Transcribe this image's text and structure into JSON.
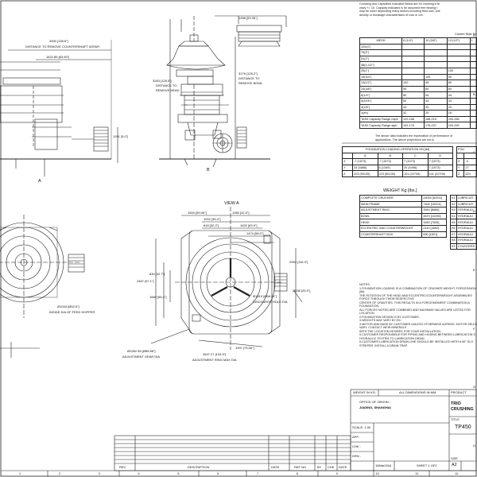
{
  "header_note": {
    "lines": [
      "Crushing and Capacities Indicated Below are for crushing a fe",
      "wavy +/- 10. Capacity indicated is for assumed free flowing r",
      "may be lower depending many factors including feed size, she",
      "density or breakage characteristics of rock or ore."
    ]
  },
  "closed_side_setting": "Closed Side Se",
  "mesh_table": {
    "headers": [
      "MESH",
      "6 (1/4\")",
      "10 (3/8\")",
      "13 (1/2\")",
      "1"
    ],
    "rows": [
      [
        "100(4\")",
        "",
        "",
        "",
        ""
      ],
      [
        "76(3\")",
        "",
        "",
        "",
        ""
      ],
      [
        "51(2\")",
        "",
        "",
        "",
        ""
      ],
      [
        "38(1-1/2\")",
        "",
        "",
        "",
        ""
      ],
      [
        "25(1\")",
        "",
        "",
        "100",
        ""
      ],
      [
        "19(3/4\")",
        "",
        "100",
        "95",
        ""
      ],
      [
        "13(1/2\")",
        "100",
        "95",
        "80",
        ""
      ],
      [
        "10(3/8\")",
        "95",
        "80",
        "60",
        ""
      ],
      [
        "6(1/4\")",
        "80",
        "54",
        "44",
        ""
      ],
      [
        "5(3/16\")",
        "60",
        "44",
        "33",
        ""
      ],
      [
        "3(1/8\")",
        "44",
        "33",
        "23",
        ""
      ],
      [
        "1(#4)",
        "32",
        "25",
        "18",
        ""
      ]
    ],
    "capacity_mtph_label": "TAS0 Capacity Range mtph",
    "capacity_mtph": [
      "120-168",
      "168-215",
      "200-265"
    ],
    "capacity_stph_label": "TAS0 Capacity Range stph",
    "capacity_stph": [
      "132-176",
      "176-237",
      "220-292"
    ],
    "footnote": [
      "The above data indicates the expectation of performance of",
      "applications. The above projections are not in"
    ]
  },
  "foundation_table": {
    "title": "FOUNDATION LOADING-OPERATION ON [lbf]",
    "cols": [
      "",
      "A",
      "B",
      "C",
      "D"
    ],
    "rows": [
      [
        "X",
        "-7 (1573)",
        "-7 (1573)",
        "7 (1573)",
        "7 (1573)"
      ],
      [
        "Y",
        "24 (4886)",
        "6 (1349)",
        "20 (4496)",
        "7 (1573)"
      ],
      [
        "Z",
        "223 (50135)",
        "223 (50135)",
        "101 (22705)",
        "101 (22705)"
      ]
    ],
    "right_title": "FOU",
    "right_rows": [
      [
        "X",
        "-3"
      ],
      [
        "Y",
        "27"
      ],
      [
        "Z",
        "223"
      ]
    ]
  },
  "weight_table": {
    "title": "WEIGHT Kg [lbs.]",
    "rows": [
      [
        "COMPLETE CRUSHER",
        "24000 [52911]"
      ],
      [
        "MAIN FRAME",
        "7400 [16314]"
      ],
      [
        "ADJUSTMENT RING",
        "3940 [8686]"
      ],
      [
        "BOWL",
        "4670 [10296]"
      ],
      [
        "HEAD",
        "3450 [7606]"
      ],
      [
        "ECCENTRIC AND COUNTERWEIGHT",
        "2110 [4652]"
      ],
      [
        "COUNTERSHAFT BOX",
        "690 [1521]"
      ]
    ],
    "side_rows": [
      [
        "K1",
        "LUBRICATI"
      ],
      [
        "K2",
        "LUBRICATI"
      ],
      [
        "K3",
        "HYDRAULI"
      ],
      [
        "K4",
        "HYDRAULI"
      ],
      [
        "K5",
        "HYDRAULI"
      ],
      [
        "K6",
        "HYDRAULI"
      ],
      [
        "K7",
        "HYDRAULI"
      ],
      [
        "K8",
        "HYDRAULI"
      ],
      [
        "K9",
        "COUNTERS"
      ]
    ]
  },
  "drawing_labels": {
    "countershaft": [
      "3450 [136.6\"]",
      "DISTANCE TO REMOVE COUNTERSHAFT ASSMY",
      "1622.85 [63.90\"]"
    ],
    "dim_1358": "1358 [53.35\"]",
    "remove_head": [
      "3263 [128.5\"]",
      "DISTANCE TO",
      "REMOVE HEAD"
    ],
    "remove_bowl": [
      "3179 [125.2\"]",
      "DISTANCE TO",
      "REMOVE BOWL"
    ],
    "dim_1291": "1291 [5.0\"]",
    "view_a": "VIEW A",
    "plan_dims": [
      "1500 [59.06\"]",
      "1080 [42.5\"]",
      "1002 [39.4\"]",
      "818 [32.2\"]",
      "1622 [63.9\"]",
      "1474 [58.0\"]",
      "2954 [116.3\"]"
    ],
    "left_plan_dims": [
      "830 [32.7\"]",
      "1660 [65.4\"]",
      "2467 [97.1\"]"
    ],
    "feed_hopper": [
      "Ø1034 [Ø52.5\"]",
      "INSIDE DIA OF FEED HOPPER"
    ],
    "discharge": [
      "Ø1910 [Ø66.14\"]",
      "DISCHARGE HOLE DIA"
    ],
    "dia_638": "Ø638 [25.0\"]",
    "adj_gear": [
      "Ø2282.55 [Ø89.86\"]",
      "ADJUSTMENT GEAR DIA"
    ],
    "ring_max": [
      "2647.27 [103.9\"]",
      "ADJUSTMENT RING MAX DIA"
    ],
    "dim_1907": "1907 [75.06\"]"
  },
  "notes": {
    "title": "NOTES:",
    "lines": [
      "1.FOUNDATION LOADING IS A COMBINATION OF CRUSHER WEIGHT, FORCES/MOM",
      "(lbf).",
      "THE ROTATION OF THE HEAD AND ECCENTRIC/COUNTERWEIGHT ASSEMBLIES",
      "FORCE THROUGH THEIR RESPECTIVE",
      "CENTER OF GRAVITIES. THIS RESULTS IN A FORCE/MOMENT COMBINATION A",
      "FOUNDATION.",
      "ALL FORCES NOTED ARE COMBINED AND MAXIMUM VALUES ARE LISTED FOR",
      "LOCATION.",
      "2.FOUNDATION DESIGN IS BY CUSTOMER.",
      "3.WEIGHTS MAY VARY BY 5%.",
      "4.MOTOR AND BASE BY CUSTOMER UNLESS OTHERWISE AGREED. MOTOR SELECTI",
      "VARY, CONTACT WEIR MINERALS",
      "WITH THE LOCATION DESIRED FOR YOUR INSTALLATION.",
      "5.CUSTOMER RESPONSIBLE FOR PIPING AND HOSING BETWEEN LUBRICATION S",
      "HYDRAULIC SYSTEM TO LUBRICATION DRAIN.",
      "6.CUSTOMER LUBRICATION DRAIN LINE SHOULD BE INSTALLED WITH A 60° SLO",
      "STEEPER, INSTALL A DRAIN TRAP."
    ]
  },
  "title_block": {
    "weight_label": "WEIGHT IN KG.",
    "dims_note": "ALL DIMENSIONS IN MM",
    "product_label": "PRODUCT",
    "company": "TRIO",
    "crushing": "CRUSHING",
    "office": "OFFICE OF ORIGIN :",
    "city": "JIADING, SHANGHAI",
    "title_label": "TITLE",
    "drawing_no": "TP450",
    "scale": "SCALE: 1:30",
    "app": "APP :",
    "chk": "CHK :",
    "drn": "DRN :",
    "date": "15Mar2016",
    "sheet": "SHEET 1 OF2",
    "size": "A2",
    "size_label": "SIZE"
  },
  "revision_block": {
    "cols": [
      "REV",
      "DESCRIPTION",
      "DATE",
      "REF NO",
      "BY",
      "CHK",
      "DATE"
    ]
  },
  "border": {
    "bottom_numbers": [
      "1",
      "2",
      "3",
      "4",
      "5",
      "6",
      "7",
      "8",
      "9",
      "10",
      "11",
      "12"
    ],
    "right_letters": [
      "A",
      "B",
      "C",
      "D",
      "E",
      "F",
      "G",
      "H"
    ],
    "markers": [
      "A",
      "B"
    ]
  }
}
